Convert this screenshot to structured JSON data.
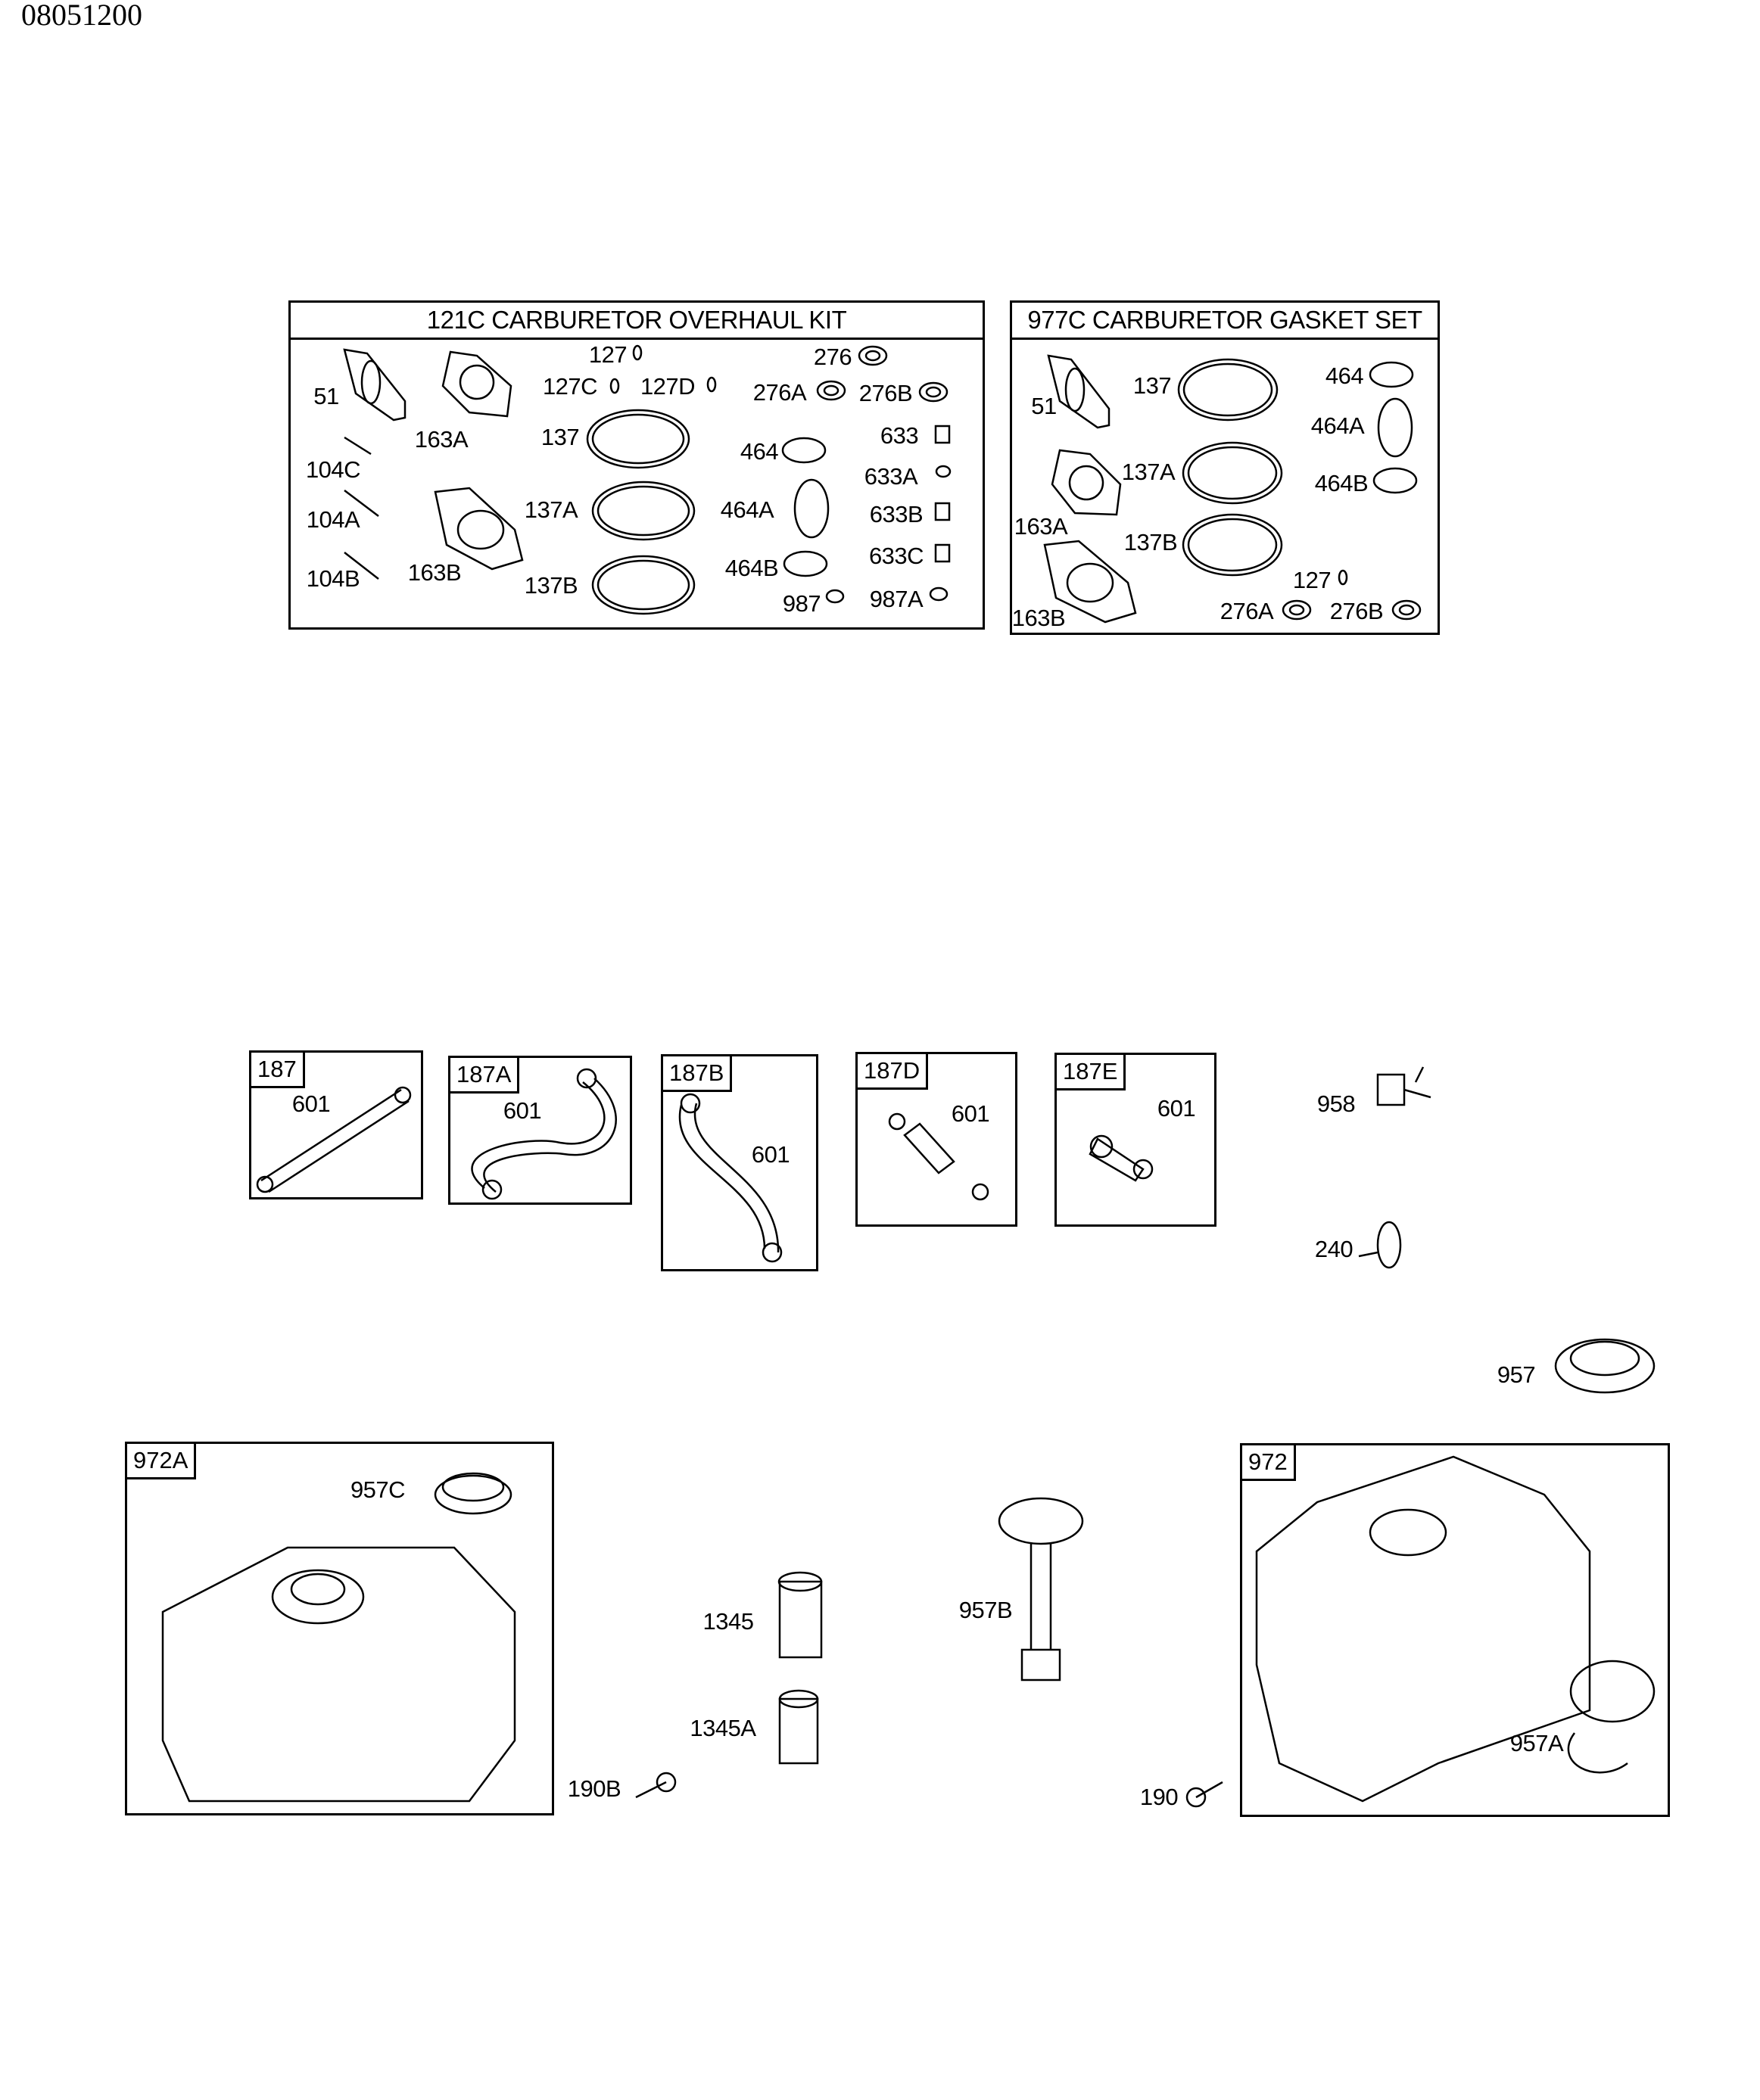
{
  "document_id": "08051200",
  "kits": [
    {
      "title": "121C CARBURETOR OVERHAUL KIT",
      "parts": [
        "51",
        "163A",
        "127",
        "127C",
        "127D",
        "276",
        "276A",
        "276B",
        "137",
        "464",
        "633",
        "633A",
        "104C",
        "104A",
        "137A",
        "464A",
        "633B",
        "104B",
        "163B",
        "137B",
        "464B",
        "633C",
        "987",
        "987A"
      ]
    },
    {
      "title": "977C CARBURETOR GASKET SET",
      "parts": [
        "51",
        "137",
        "464",
        "464A",
        "137A",
        "464B",
        "163A",
        "137B",
        "127",
        "163B",
        "276A",
        "276B"
      ]
    }
  ],
  "hose_kits": [
    {
      "tag": "187",
      "part": "601"
    },
    {
      "tag": "187A",
      "part": "601"
    },
    {
      "tag": "187B",
      "part": "601"
    },
    {
      "tag": "187D",
      "part": "601"
    },
    {
      "tag": "187E",
      "part": "601"
    }
  ],
  "loose_parts": [
    "958",
    "240",
    "957",
    "1345",
    "1345A",
    "190B",
    "957B",
    "190"
  ],
  "tanks": [
    {
      "tag": "972A",
      "part": "957C"
    },
    {
      "tag": "972",
      "part": "957A"
    }
  ]
}
